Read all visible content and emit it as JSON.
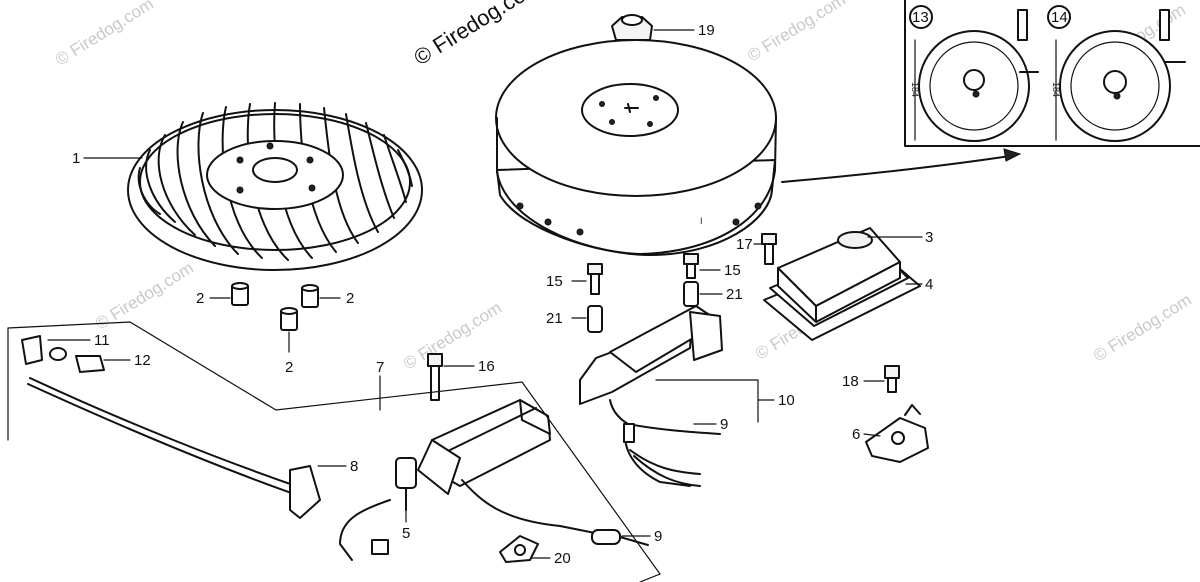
{
  "watermark": {
    "main": "© Firedog.com",
    "repeat": "© Firedog.com"
  },
  "callouts": {
    "p1": "1",
    "p2a": "2",
    "p2b": "2",
    "p2c": "2",
    "p3": "3",
    "p4": "4",
    "p5": "5",
    "p6": "6",
    "p7": "7",
    "p8": "8",
    "p9a": "9",
    "p9b": "9",
    "p10": "10",
    "p11": "11",
    "p12": "12",
    "p13": "13",
    "p14": "14",
    "p15a": "15",
    "p15b": "15",
    "p16": "16",
    "p17": "17",
    "p18": "18",
    "p19": "19",
    "p20": "20",
    "p21a": "21",
    "p21b": "21"
  },
  "dimension_label": "184"
}
